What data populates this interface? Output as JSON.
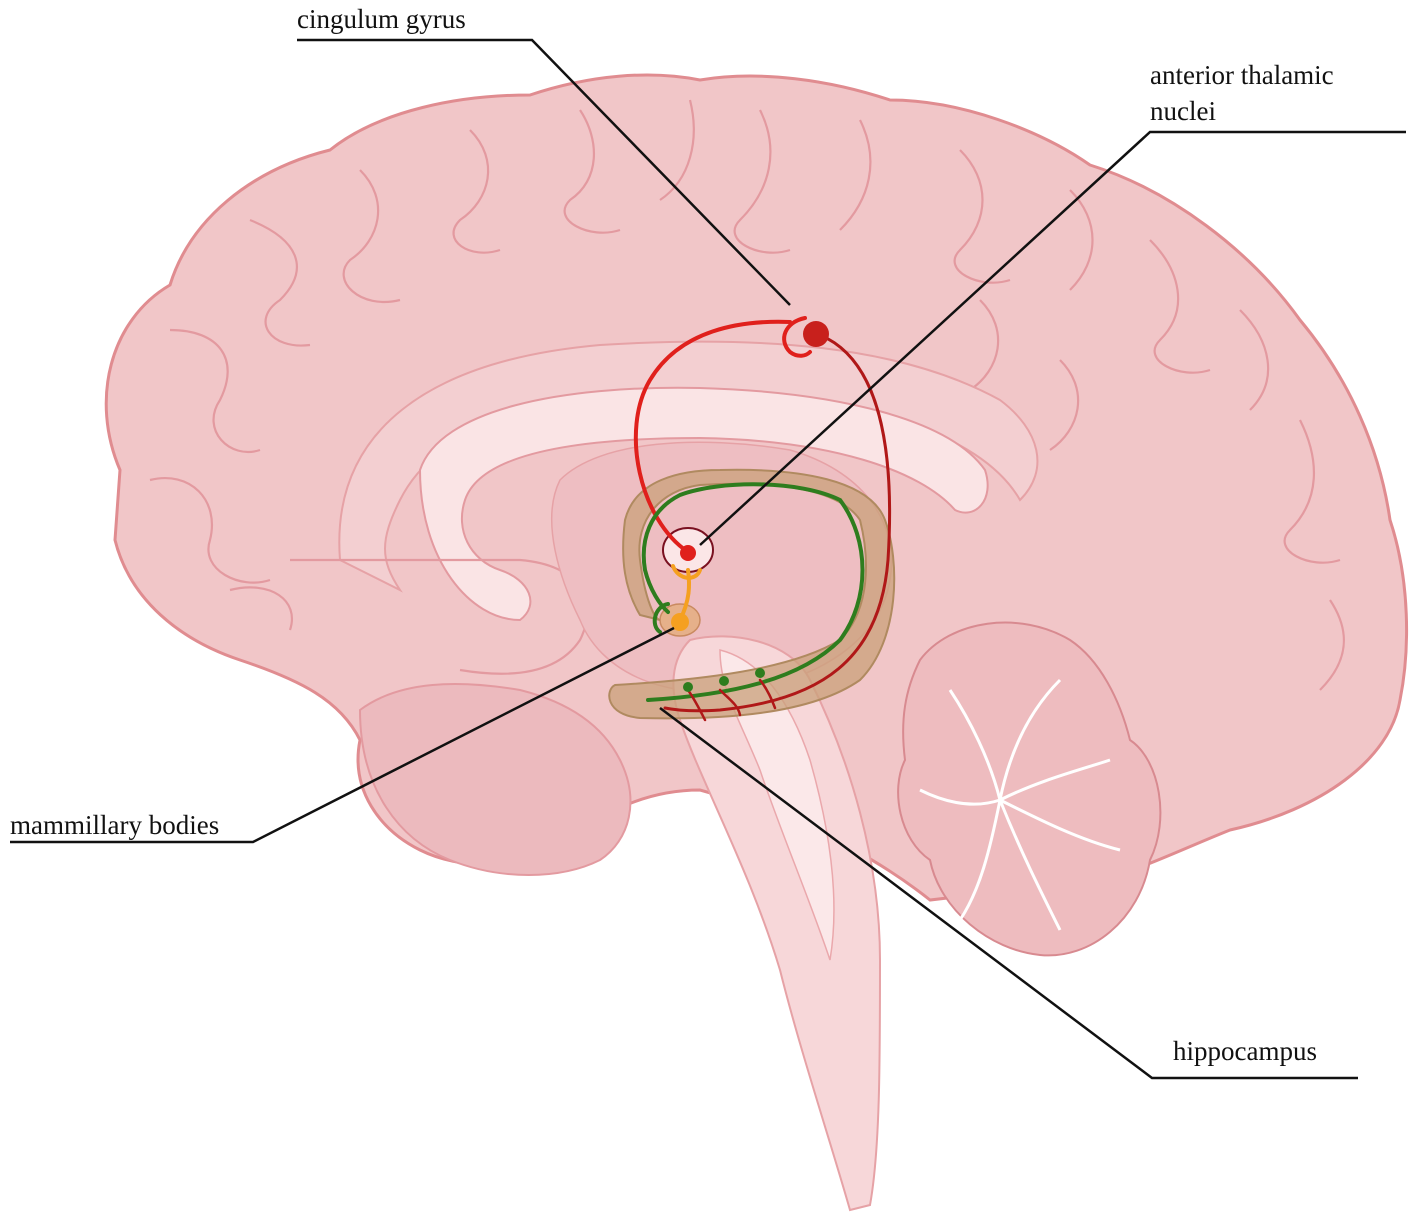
{
  "labels": {
    "cingulum": "cingulum gyrus",
    "anterior_line1": "anterior thalamic",
    "anterior_line2": "nuclei",
    "mammillary": "mammillary bodies",
    "hippocampus": "hippocampus"
  },
  "colors": {
    "background": "#ffffff",
    "brain_fill": "#f1c6c8",
    "brain_outline": "#e08c90",
    "cerebellum_fill": "#eebcbf",
    "corpus_callosum": "#fae4e5",
    "brainstem": "#f7d7d9",
    "hippocampus_fill": "#c9a07a",
    "circuit_red": "#e0201c",
    "circuit_darkred": "#b01818",
    "circuit_green": "#2e7d1e",
    "circuit_orange": "#f5a020",
    "leader_line": "#111111"
  }
}
